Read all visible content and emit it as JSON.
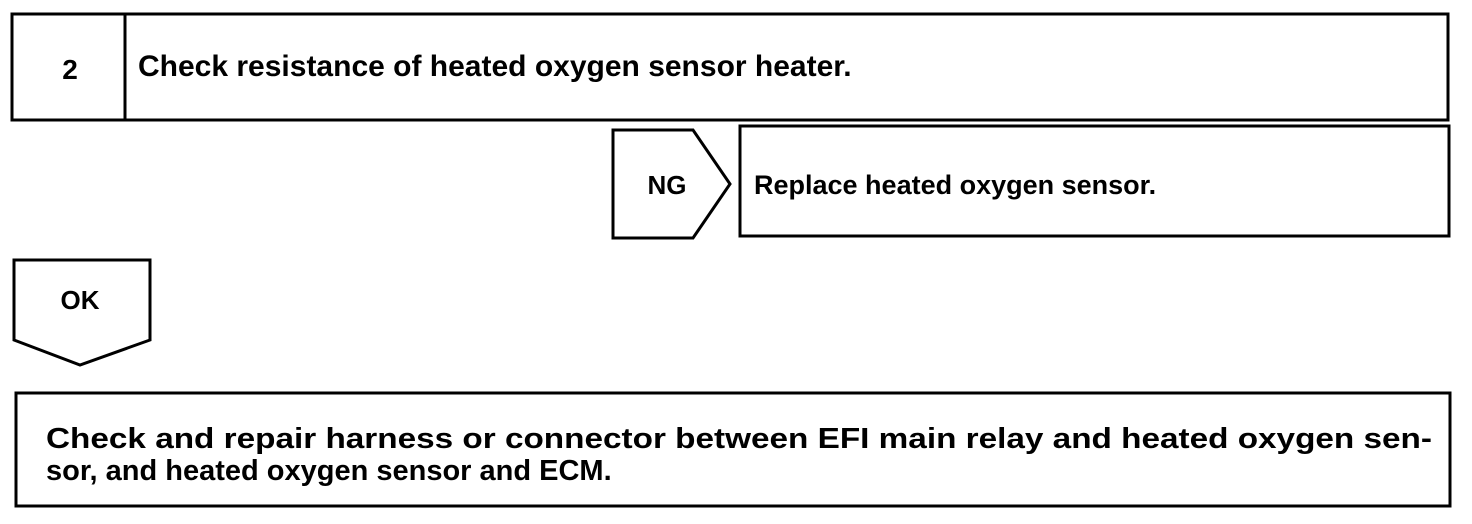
{
  "step": {
    "number": "2",
    "title": "Check resistance of heated oxygen sensor heater."
  },
  "ng_branch": {
    "label": "NG",
    "action": "Replace heated oxygen sensor."
  },
  "ok_branch": {
    "label": "OK"
  },
  "final_action": {
    "line1": "Check and repair harness or connector between EFI main relay and heated oxygen sen-",
    "line2": "sor, and heated oxygen sensor and ECM."
  },
  "colors": {
    "ink": "#000000",
    "paper": "#ffffff"
  }
}
